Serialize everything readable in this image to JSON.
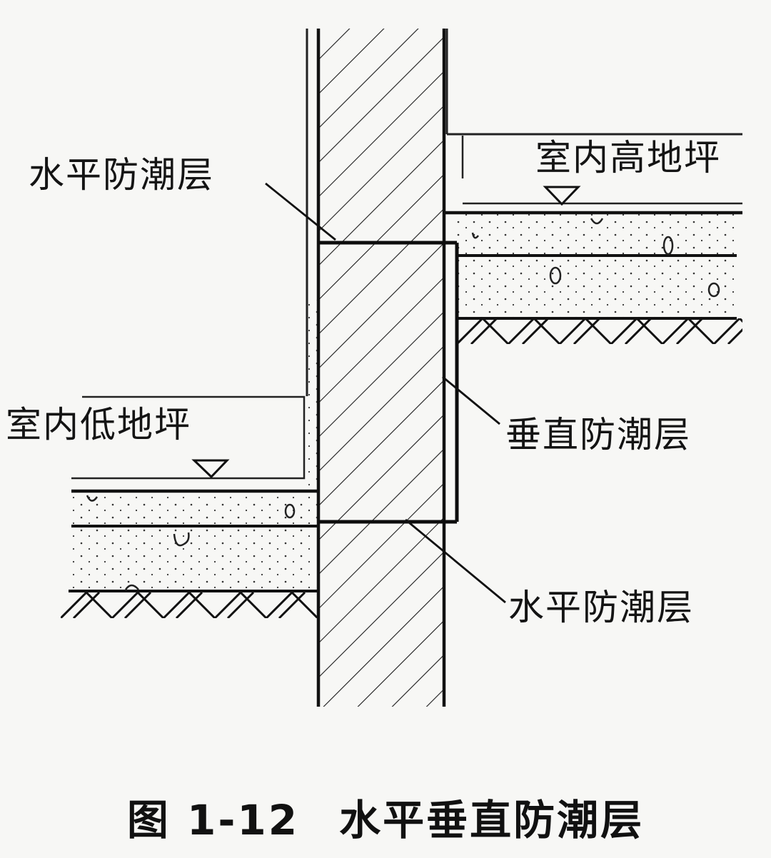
{
  "labels": {
    "horizontal_dpc_top": "水平防潮层",
    "indoor_high_floor": "室内高地坪",
    "indoor_low_floor": "室内低地坪",
    "vertical_dpc": "垂直防潮层",
    "horizontal_dpc_bottom": "水平防潮层"
  },
  "caption": {
    "number": "图 1-12",
    "title": "水平垂直防潮层"
  },
  "colors": {
    "ink": "#141414",
    "paper": "#f7f7f5"
  }
}
